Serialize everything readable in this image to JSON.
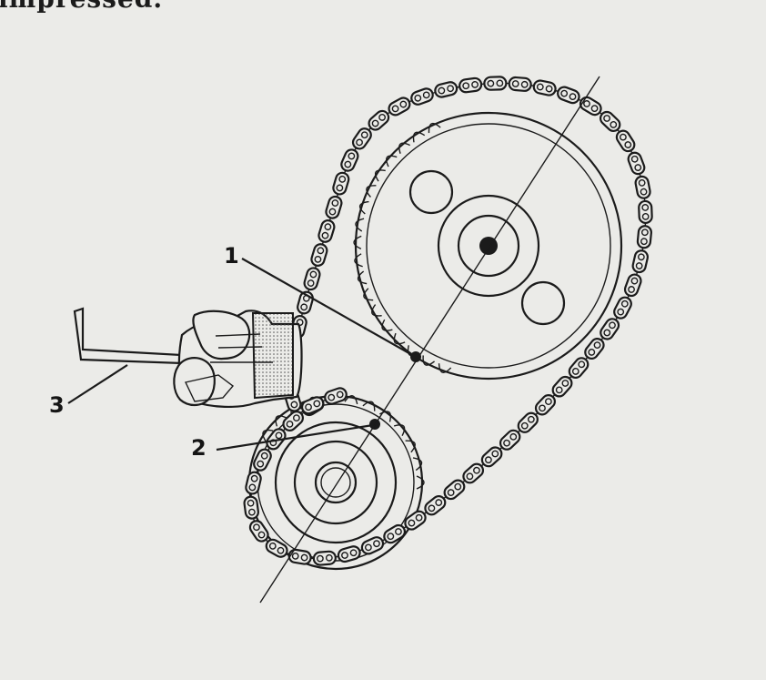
{
  "document": {
    "top_text_fragment": "impressed."
  },
  "callouts": [
    {
      "number": "1"
    },
    {
      "number": "2"
    },
    {
      "number": "3"
    }
  ]
}
